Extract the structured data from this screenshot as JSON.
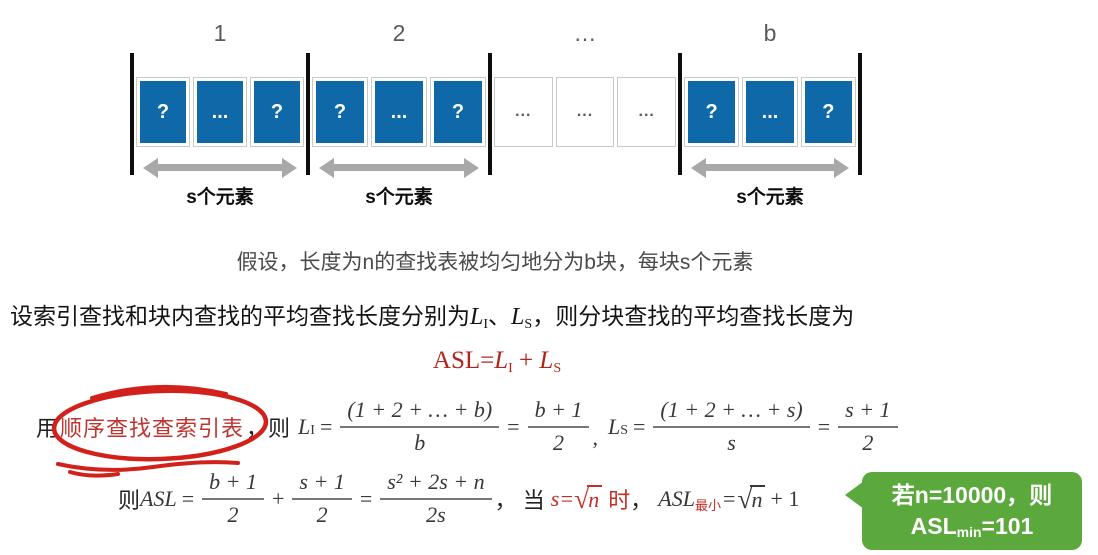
{
  "colors": {
    "cell_blue": "#0f68a8",
    "arrow_gray": "#a8a8a8",
    "formula_red": "#b2241b",
    "annotation_red": "#d2201a",
    "callout_green": "#5ba83c"
  },
  "diagram": {
    "block_labels": [
      "1",
      "2",
      "…",
      "b"
    ],
    "cells": [
      "?",
      "...",
      "?"
    ],
    "middle_cells": [
      "...",
      "...",
      "..."
    ],
    "arrow_label": "s个元素"
  },
  "caption": "假设，长度为n的查找表被均匀地分为b块，每块s个元素",
  "intro": {
    "pre": "设索引查找和块内查找的平均查找长度分别为",
    "l1": "L",
    "l1sub": "I",
    "sep": "、",
    "l2": "L",
    "l2sub": "S",
    "post": "，则分块查找的平均查找长度为"
  },
  "asl_formula": {
    "lhs": "ASL=",
    "l1": "L",
    "l1sub": "I",
    "plus": " + ",
    "l2": "L",
    "l2sub": "S"
  },
  "line1": {
    "prefix": "用",
    "circled": "顺序查找查索引表",
    "then": "，则",
    "li": "L",
    "lisub": "I",
    "eq": "=",
    "f1num": "(1 + 2 + … + b)",
    "f1den": "b",
    "eq2": "=",
    "f2num": "b + 1",
    "f2den": "2",
    "comma": ",",
    "ls": "L",
    "lssub": "S",
    "eq3": "=",
    "f3num": "(1 + 2 + … + s)",
    "f3den": "s",
    "eq4": "=",
    "f4num": "s + 1",
    "f4den": "2"
  },
  "line2": {
    "prefix": "则",
    "asl": "ASL",
    "eq": "=",
    "f1num": "b + 1",
    "f1den": "2",
    "plus": "+",
    "f2num": "s + 1",
    "f2den": "2",
    "eq2": "=",
    "f3num": "s² + 2s + n",
    "f3den": "2s",
    "comma": "，",
    "when": "当",
    "cond_pre": "s=",
    "radical": "√",
    "radicand": "n",
    "shi": "时",
    "comma2": "，",
    "asl2": "ASL",
    "asl2sub": "最小",
    "eq3": "=",
    "radical2": "√",
    "radicand2": "n",
    "tail": "+ 1"
  },
  "callout": {
    "line1": "若n=10000，则",
    "asl": "ASL",
    "sub": "min",
    "value": "=101"
  }
}
